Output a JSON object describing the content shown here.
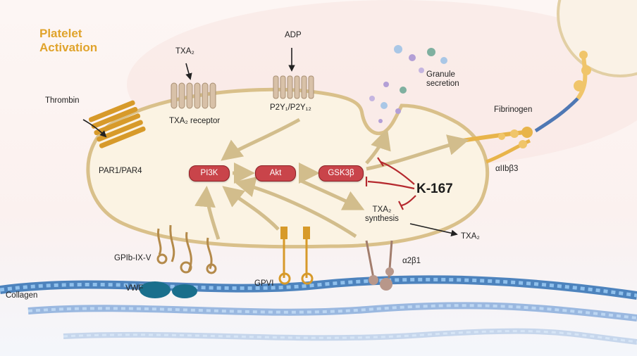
{
  "title": {
    "line1": "Platelet",
    "line2": "Activation"
  },
  "ligands": {
    "thrombin": "Thrombin",
    "txa2_top": "TXA₂",
    "adp": "ADP",
    "fibrinogen": "Fibrinogen",
    "collagen": "Collagen",
    "vwf": "VWF",
    "txa2_out": "TXA₂"
  },
  "receptors": {
    "par": "PAR1/PAR4",
    "txa2_receptor": "TXA₂ receptor",
    "p2y": "P2Y₁/P2Y₁₂",
    "integrin": "αIIbβ3",
    "gpib": "GPIb-IX-V",
    "gpvi": "GPVI",
    "a2b1": "α2β1"
  },
  "signaling": {
    "pi3k": "PI3K",
    "akt": "Akt",
    "gsk3b": "GSK3β",
    "granule_line1": "Granule",
    "granule_line2": "secretion",
    "synthesis_line1": "TXA₂",
    "synthesis_line2": "synthesis"
  },
  "inhibitor": "K-167",
  "colors": {
    "title": "#e0a32b",
    "membrane": "#d9c08a",
    "node_fill": "#c9444a",
    "inhibition": "#b5292e",
    "receptor_gold": "#d79a2a",
    "receptor_tan": "#d8c1a8",
    "collagen": "#2f6fb3",
    "vwf": "#1a6f8c"
  },
  "icons": [
    "activation-arrow",
    "inhibition-bar",
    "collagen-fiber",
    "granule-vesicle"
  ]
}
